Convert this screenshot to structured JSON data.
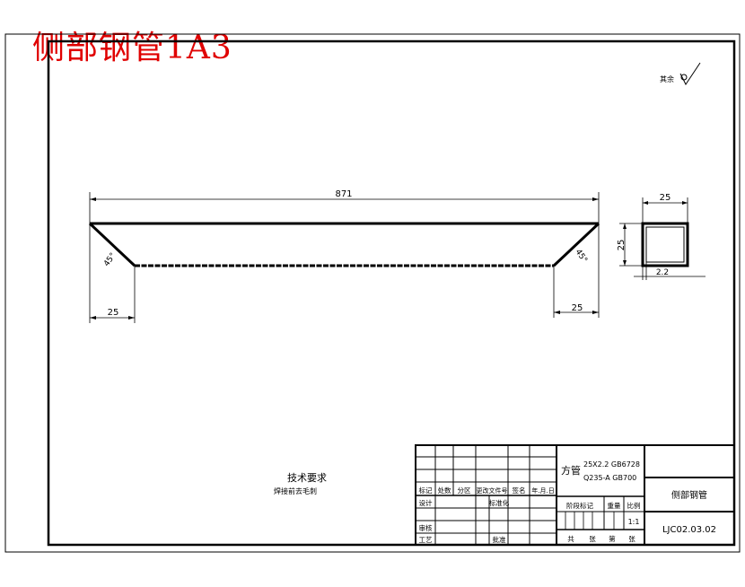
{
  "header": {
    "title": "侧部钢管1A3"
  },
  "roughness": {
    "label": "其余"
  },
  "main_view": {
    "overall_length": "871",
    "left_angle": "45°",
    "right_angle": "45°",
    "left_offset": "25",
    "right_offset": "25"
  },
  "section_view": {
    "width": "25",
    "height": "25",
    "wall": "2.2"
  },
  "tech_req": {
    "title": "技术要求",
    "line1": "焊接前去毛刺"
  },
  "title_block": {
    "material_label": "方管",
    "material_spec1": "25X2.2   GB6728",
    "material_spec2": "Q235-A   GB700",
    "part_name": "侧部钢管",
    "drawing_no": "LJC02.03.02",
    "scale_value": "1:1",
    "hdr_mark": "标记",
    "hdr_count": "处数",
    "hdr_zone": "分区",
    "hdr_change_doc": "更改文件号",
    "hdr_sign": "签名",
    "hdr_date": "年.月.日",
    "row_design": "设计",
    "row_standard": "标准化",
    "row_review": "审核",
    "row_process": "工艺",
    "row_approve": "批准",
    "stage_mark": "阶段标记",
    "weight": "重量",
    "scale": "比例",
    "sheets_total": "共",
    "sheets_unit": "张",
    "sheet_no": "第",
    "sheet_unit": "张"
  }
}
